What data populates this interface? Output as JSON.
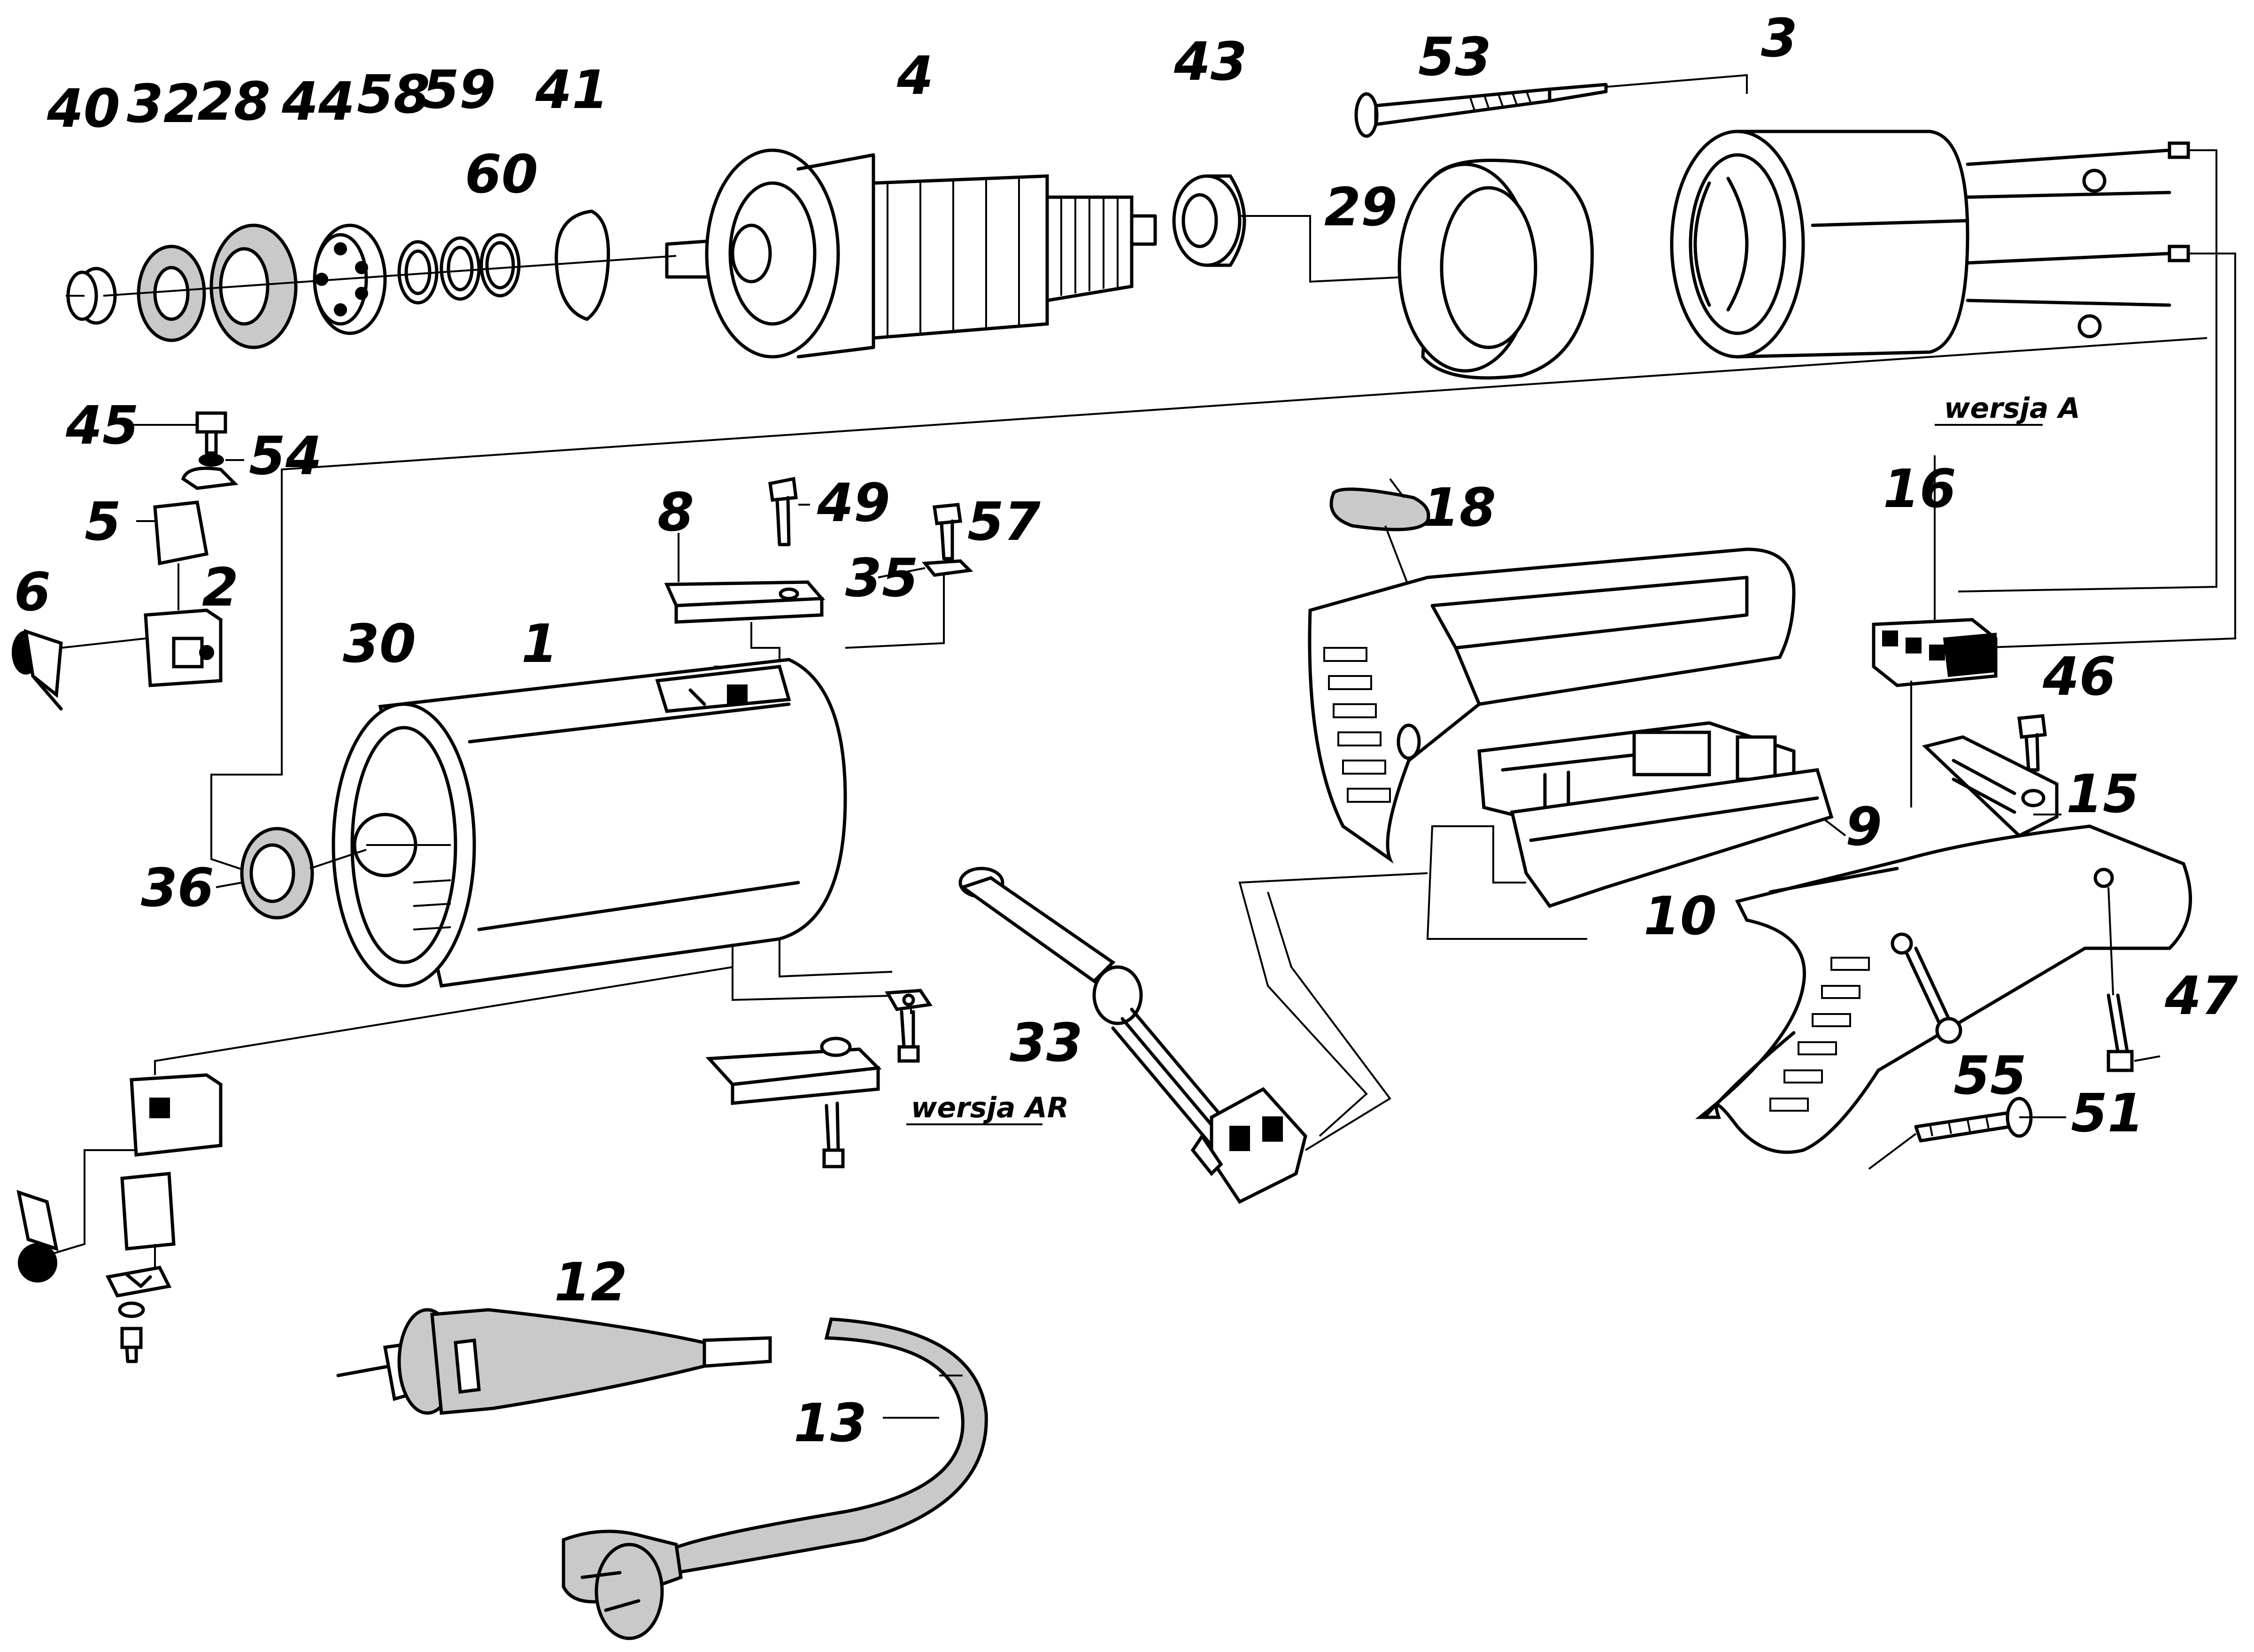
{
  "parts": {
    "p40": "40",
    "p32": "32",
    "p28": "28",
    "p44": "44",
    "p58": "58",
    "p59": "59",
    "p60": "60",
    "p41": "41",
    "p4": "4",
    "p43": "43",
    "p53": "53",
    "p3": "3",
    "p29": "29",
    "p45": "45",
    "p54": "54",
    "p5": "5",
    "p6": "6",
    "p2": "2",
    "p8": "8",
    "p49": "49",
    "p57": "57",
    "p35": "35",
    "p30": "30",
    "p1": "1",
    "p36": "36",
    "p18": "18",
    "p16": "16",
    "p46": "46",
    "p15": "15",
    "p9": "9",
    "p10": "10",
    "p47": "47",
    "p55": "55",
    "p51": "51",
    "p33": "33",
    "p12": "12",
    "p13": "13"
  },
  "versions": {
    "wersja_a": "wersja A",
    "wersja_ar": "wersja AR"
  },
  "colors": {
    "ink": "#000000",
    "paper": "#ffffff",
    "speckle": "#c9c9c9"
  }
}
